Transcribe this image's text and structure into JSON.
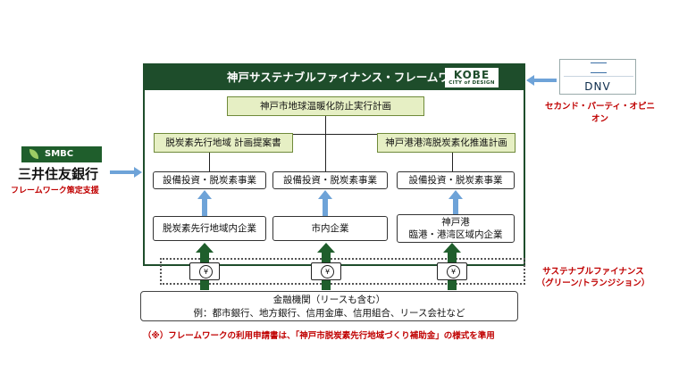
{
  "framework": {
    "title": "神戸サステナブルファイナンス・フレームワーク",
    "kobe_logo": "KOBE",
    "kobe_sub": "CITY of DESIGN"
  },
  "plan": {
    "label": "神戸市地球温暖化防止実行計画"
  },
  "left_col": {
    "plan": "脱炭素先行地域 計画提案書",
    "project": "設備投資・脱炭素事業",
    "entity": "脱炭素先行地域内企業"
  },
  "mid_col": {
    "project": "設備投資・脱炭素事業",
    "entity": "市内企業"
  },
  "right_col": {
    "plan": "神戸港港湾脱炭素化推進計画",
    "project": "設備投資・脱炭素事業",
    "entity_line1": "神戸港",
    "entity_line2": "臨港・港湾区域内企業"
  },
  "dnv": {
    "logo_text": "DNV",
    "caption": "セカンド・パーティ・オピニオン"
  },
  "smbc": {
    "logo_text": "SMBC",
    "name": "三井住友銀行",
    "caption": "フレームワーク策定支援"
  },
  "finance": {
    "line1": "サステナブルファイナンス",
    "line2": "（グリーン/トランジション）",
    "yen": "¥"
  },
  "bank": {
    "line1": "金融機関（リースも含む）",
    "line2": "例：都市銀行、地方銀行、信用金庫、信用組合、リース会社など"
  },
  "footnote": "（※）フレームワークの利用申請書は、「神戸市脱炭素先行地域づくり補助金」の様式を準用",
  "colors": {
    "dark_green": "#1e4d2b",
    "light_green": "#e6efc4",
    "arrow_blue": "#6ea3d8",
    "arrow_green": "#1f5e2c",
    "red": "#c00000"
  }
}
